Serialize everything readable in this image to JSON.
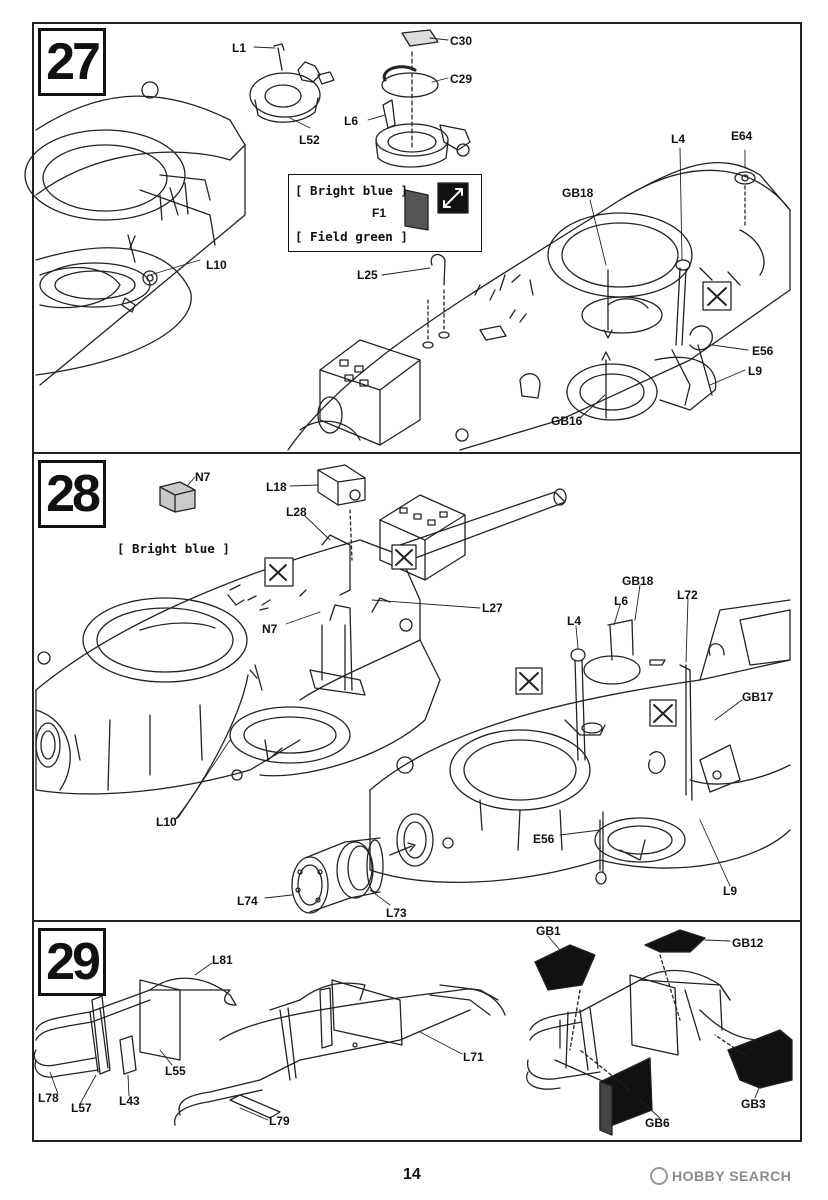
{
  "page": {
    "number": "14",
    "watermark": "HOBBY SEARCH"
  },
  "steps": [
    {
      "number": "27",
      "color_notes": {
        "top": "[ Bright blue ]",
        "bottom": "[ Field green ]",
        "part": "F1"
      },
      "labels": {
        "L1": "L1",
        "C30": "C30",
        "C29": "C29",
        "L6": "L6",
        "L52": "L52",
        "E64": "E64",
        "L4": "L4",
        "GB18": "GB18",
        "L10": "L10",
        "L25": "L25",
        "E56": "E56",
        "L9": "L9",
        "GB16": "GB16"
      }
    },
    {
      "number": "28",
      "color_note": "[ Bright blue ]",
      "labels": {
        "N7a": "N7",
        "L18": "L18",
        "L28": "L28",
        "N7b": "N7",
        "L27": "L27",
        "GB18": "GB18",
        "L6": "L6",
        "L72": "L72",
        "L4": "L4",
        "GB17": "GB17",
        "L10": "L10",
        "E56": "E56",
        "L9": "L9",
        "L74": "L74",
        "L73": "L73"
      }
    },
    {
      "number": "29",
      "labels": {
        "L81": "L81",
        "L55": "L55",
        "L78": "L78",
        "L57": "L57",
        "L43": "L43",
        "L71": "L71",
        "L79": "L79",
        "GB1": "GB1",
        "GB12": "GB12",
        "GB6": "GB6",
        "GB3": "GB3"
      }
    }
  ]
}
